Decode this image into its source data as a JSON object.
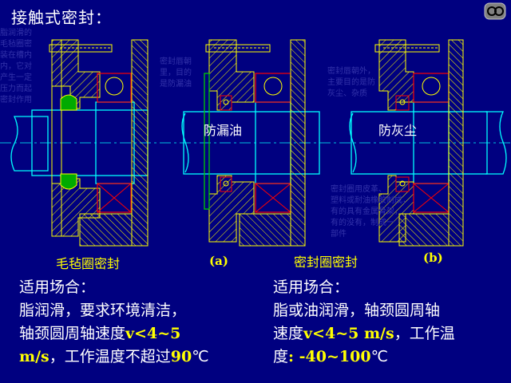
{
  "title": "接触式密封：",
  "diagram": {
    "label_left_inset": "防漏油",
    "label_right_inset": "防灰尘",
    "caption_felt": "毛毡圈密封",
    "caption_seal": "密封圈密封",
    "caption_a": "(a)",
    "caption_b": "(b)"
  },
  "left_block": {
    "heading": "适用场合：",
    "line1": "脂润滑，要求环境清洁，",
    "line2_text": "轴颈圆周轴速度",
    "line2_value": "v<4~5",
    "line3_value": "m/s",
    "line3_text": "，工作温度不超过",
    "line3_temp": "90",
    "line3_unit": "℃"
  },
  "right_block": {
    "heading": "适用场合：",
    "line1": "脂或油润滑，轴颈圆周轴",
    "line2_text_a": "速度",
    "line2_value": "v<4~5  m/s",
    "line2_text_b": "，工作温",
    "line3_text": "度",
    "line3_value": ": -40~100",
    "line3_unit": "℃"
  },
  "colors": {
    "background": "#000080",
    "accent": "#ffff00",
    "shaft": "#00ffff",
    "line": "#ffff00",
    "section": "#ff0000"
  }
}
